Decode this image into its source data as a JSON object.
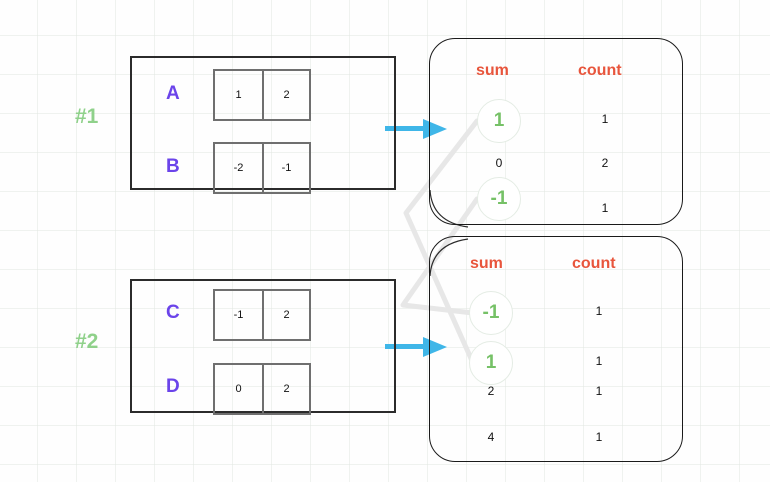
{
  "diagram": {
    "groups": [
      {
        "tag": "#1",
        "rows": [
          {
            "label": "A",
            "values": [
              "1",
              "2"
            ]
          },
          {
            "label": "B",
            "values": [
              "-2",
              "-1"
            ]
          }
        ]
      },
      {
        "tag": "#2",
        "rows": [
          {
            "label": "C",
            "values": [
              "-1",
              "2"
            ]
          },
          {
            "label": "D",
            "values": [
              "0",
              "2"
            ]
          }
        ]
      }
    ],
    "tables": [
      {
        "headers": {
          "sum": "sum",
          "count": "count"
        },
        "rows": [
          {
            "sum": "1",
            "count": "1",
            "highlighted": true
          },
          {
            "sum": "0",
            "count": "2",
            "highlighted": false
          },
          {
            "sum": "-1",
            "count": "1",
            "highlighted": true
          }
        ]
      },
      {
        "headers": {
          "sum": "sum",
          "count": "count"
        },
        "rows": [
          {
            "sum": "-1",
            "count": "1",
            "highlighted": true
          },
          {
            "sum": "1",
            "count": "1",
            "highlighted": true
          },
          {
            "sum": "2",
            "count": "1",
            "highlighted": false
          },
          {
            "sum": "4",
            "count": "1",
            "highlighted": false
          }
        ]
      }
    ],
    "colors": {
      "tag": "#8fd18a",
      "row_label": "#6b44ea",
      "header": "#e8553c",
      "highlight_text": "#76c167",
      "arrow": "#3fb6e8",
      "box_border": "#2b2b2b",
      "cell_border": "#6f6f6f",
      "connector": "#e7e7e7",
      "grid": "#e2e8e2"
    },
    "icons": {
      "arrow_1": "right-arrow-icon",
      "arrow_2": "right-arrow-icon"
    }
  }
}
